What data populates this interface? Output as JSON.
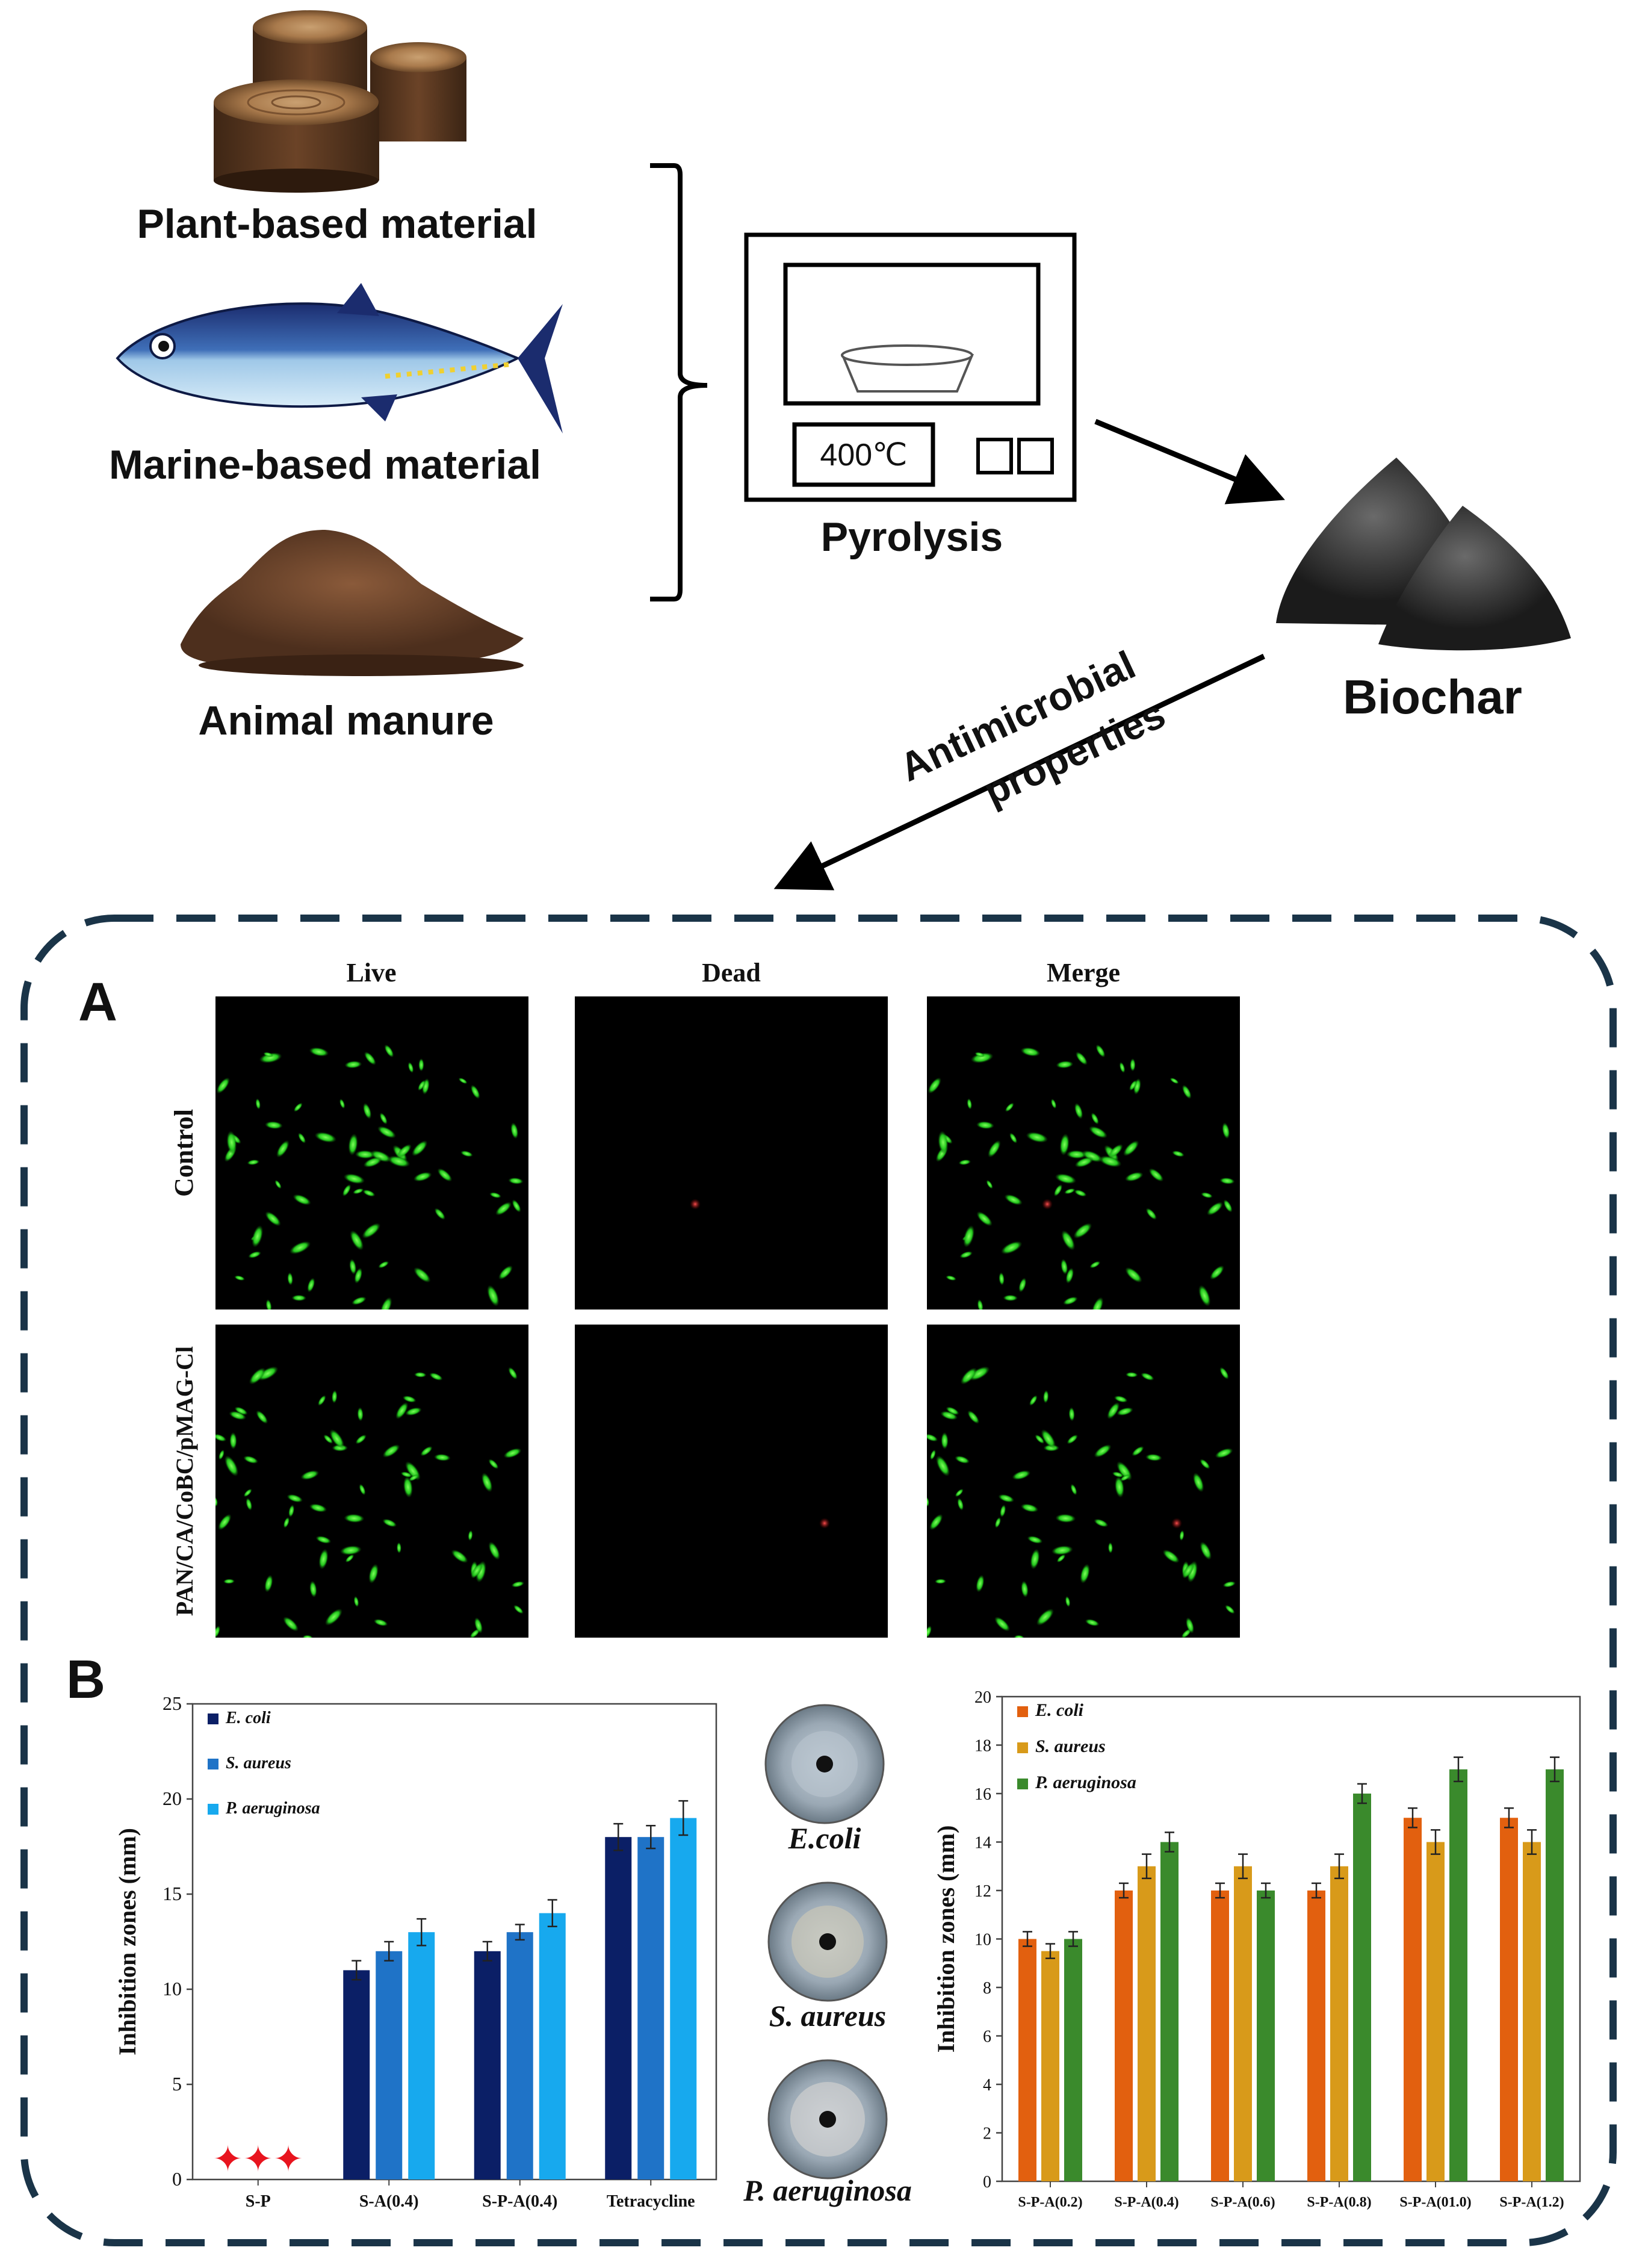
{
  "top": {
    "sources": [
      {
        "label": "Plant-based material",
        "icon": "wood-stumps-icon"
      },
      {
        "label": "Marine-based material",
        "icon": "tuna-fish-icon"
      },
      {
        "label": "Animal manure",
        "icon": "manure-pile-icon"
      }
    ],
    "furnace_temp": "400℃",
    "pyrolysis_label": "Pyrolysis",
    "biochar_label": "Biochar",
    "arrow_label_line1": "Antimicrobial",
    "arrow_label_line2": "properties"
  },
  "panel_a": {
    "letter": "A",
    "columns": [
      "Live",
      "Dead",
      "Merge"
    ],
    "rows": [
      "Control",
      "PAN/CA/CoBC/pMAG-Cl"
    ]
  },
  "panel_b": {
    "letter": "B",
    "dish_labels": [
      "E.coli",
      "S. aureus",
      "P. aeruginosa"
    ]
  },
  "colors": {
    "ecoli_left": "#0b1f66",
    "saureus_left": "#1f73c7",
    "paeru_left": "#17a9ee",
    "ecoli_right": "#e2600f",
    "saureus_right": "#d89a1a",
    "paeru_right": "#3a8a2c",
    "frame": "#1a3448",
    "star": "#e8141e"
  },
  "chart_data": [
    {
      "type": "bar",
      "categories": [
        "S-P",
        "S-A(0.4)",
        "S-P-A(0.4)",
        "Tetracycline"
      ],
      "series": [
        {
          "name": "E. coli",
          "values": [
            0,
            11,
            12,
            18
          ],
          "errors": [
            0,
            0.5,
            0.5,
            0.7
          ]
        },
        {
          "name": "S. aureus",
          "values": [
            0,
            12,
            13,
            18
          ],
          "errors": [
            0,
            0.5,
            0.4,
            0.6
          ]
        },
        {
          "name": "P. aeruginosa",
          "values": [
            0,
            13,
            14,
            19
          ],
          "errors": [
            0,
            0.7,
            0.7,
            0.9
          ]
        }
      ],
      "markers": {
        "category": "S-P",
        "symbol": "✦✦✦",
        "y": 1
      },
      "xlabel": "",
      "ylabel": "Inhibition zones (mm)",
      "ylim": [
        0,
        25
      ],
      "yticks": [
        0,
        5,
        10,
        15,
        20,
        25
      ],
      "legend": "top-left"
    },
    {
      "type": "bar",
      "categories": [
        "S-P-A(0.2)",
        "S-P-A(0.4)",
        "S-P-A(0.6)",
        "S-P-A(0.8)",
        "S-P-A(01.0)",
        "S-P-A(1.2)"
      ],
      "series": [
        {
          "name": "E. coli",
          "values": [
            10,
            12,
            12,
            12,
            15,
            15
          ],
          "errors": [
            0.3,
            0.3,
            0.3,
            0.3,
            0.4,
            0.4
          ]
        },
        {
          "name": "S. aureus",
          "values": [
            9.5,
            13,
            13,
            13,
            14,
            14
          ],
          "errors": [
            0.3,
            0.5,
            0.5,
            0.5,
            0.5,
            0.5
          ]
        },
        {
          "name": "P. aeruginosa",
          "values": [
            10,
            14,
            12,
            16,
            17,
            17
          ],
          "errors": [
            0.3,
            0.4,
            0.3,
            0.4,
            0.5,
            0.5
          ]
        }
      ],
      "xlabel": "",
      "ylabel": "Inhibition zones (mm)",
      "ylim": [
        0,
        20
      ],
      "yticks": [
        0,
        2,
        4,
        6,
        8,
        10,
        12,
        14,
        16,
        18,
        20
      ],
      "legend": "top-left"
    }
  ]
}
